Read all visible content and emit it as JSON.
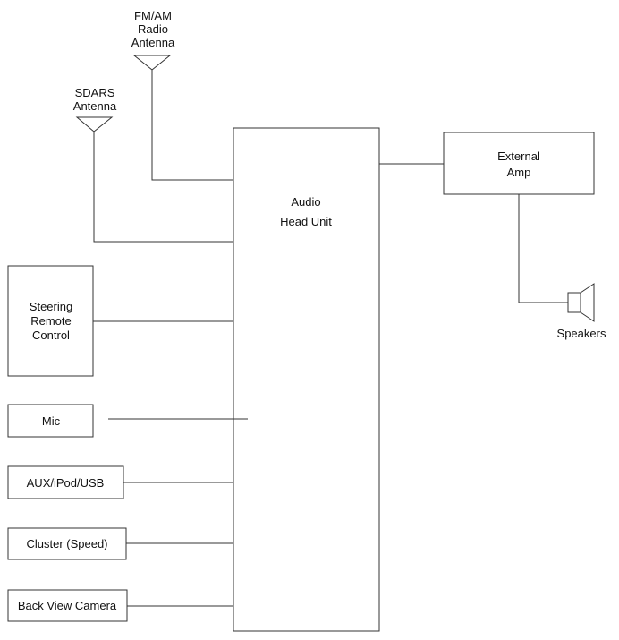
{
  "fm_am_antenna": {
    "lines": [
      "FM/AM",
      "Radio",
      "Antenna"
    ]
  },
  "sdars_antenna": {
    "lines": [
      "SDARS",
      "Antenna"
    ]
  },
  "head_unit": {
    "lines": [
      "Audio",
      "Head Unit"
    ]
  },
  "external_amp": {
    "lines": [
      "External",
      "Amp"
    ]
  },
  "speakers": {
    "label": "Speakers"
  },
  "steering_remote": {
    "lines": [
      "Steering",
      "Remote",
      "Control"
    ]
  },
  "mic": {
    "label": "Mic"
  },
  "aux": {
    "label": "AUX/iPod/USB"
  },
  "cluster": {
    "label": "Cluster (Speed)"
  },
  "camera": {
    "label": "Back View Camera"
  }
}
